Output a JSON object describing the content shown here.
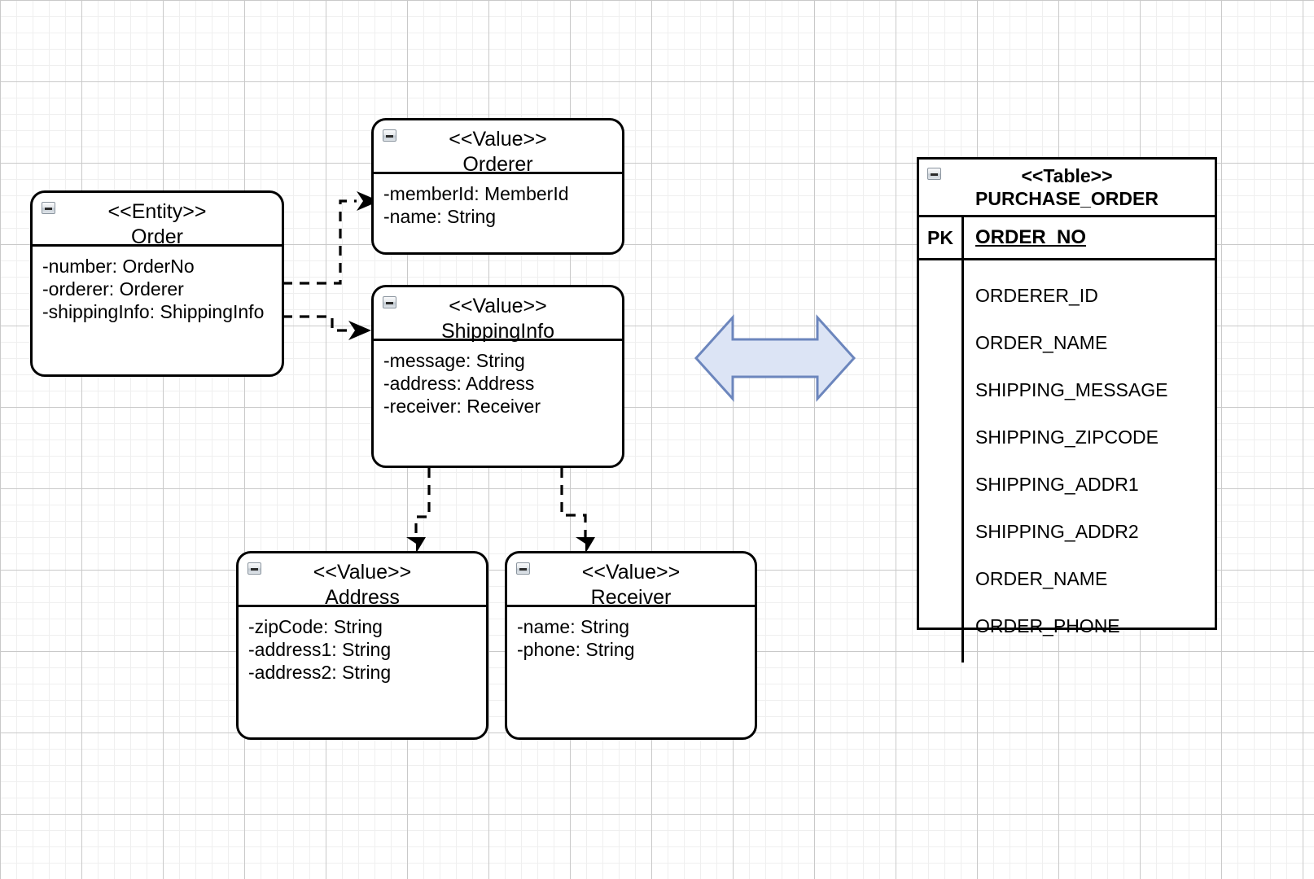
{
  "diagram": {
    "title": "Domain model to relational table mapping",
    "icon_name": "collapse-minus-icon",
    "colors": {
      "line": "#000000",
      "grid_minor": "#efefef",
      "grid_major": "#c9c9c9",
      "arrow_fill": "#dce4f5",
      "arrow_stroke": "#6c86bd"
    }
  },
  "classes": {
    "order": {
      "stereotype": "<<Entity>>",
      "name": "Order",
      "attributes": [
        "-number: OrderNo",
        "-orderer: Orderer",
        "-shippingInfo: ShippingInfo"
      ]
    },
    "orderer": {
      "stereotype": "<<Value>>",
      "name": "Orderer",
      "attributes": [
        "-memberId: MemberId",
        "-name: String"
      ]
    },
    "shipping_info": {
      "stereotype": "<<Value>>",
      "name": "ShippingInfo",
      "attributes": [
        "-message: String",
        "-address: Address",
        "-receiver: Receiver"
      ]
    },
    "address": {
      "stereotype": "<<Value>>",
      "name": "Address",
      "attributes": [
        "-zipCode: String",
        "-address1: String",
        "-address2: String"
      ]
    },
    "receiver": {
      "stereotype": "<<Value>>",
      "name": "Receiver",
      "attributes": [
        "-name: String",
        "-phone: String"
      ]
    }
  },
  "table": {
    "stereotype": "<<Table>>",
    "name": "PURCHASE_ORDER",
    "key_label": "PK",
    "key_column": "ORDER_NO",
    "columns": [
      "ORDERER_ID",
      "ORDER_NAME",
      "SHIPPING_MESSAGE",
      "SHIPPING_ZIPCODE",
      "SHIPPING_ADDR1",
      "SHIPPING_ADDR2",
      "ORDER_NAME",
      "ORDER_PHONE"
    ]
  },
  "mapping_arrow": {
    "name": "bidirectional-mapping-arrow",
    "direction": "both"
  }
}
